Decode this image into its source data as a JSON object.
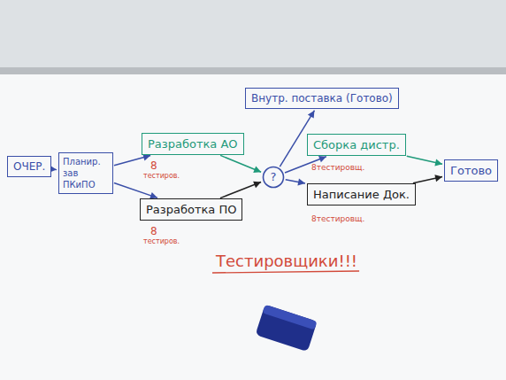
{
  "diagram": {
    "nodes": [
      {
        "text": [
          "ОЧЕР."
        ]
      },
      {
        "text": [
          "Планир. зав ПКиПО"
        ]
      },
      {
        "text": [
          "Разработка АО"
        ]
      },
      {
        "text": [
          "Разработка ПО"
        ]
      },
      {
        "text": [
          "?"
        ]
      },
      {
        "text": [
          "Внутр. поставка (Готово)"
        ]
      },
      {
        "text": [
          "Сборка дистр."
        ]
      },
      {
        "text": [
          "Написание Док."
        ]
      },
      {
        "text": [
          "Готово"
        ]
      }
    ],
    "edges": [
      {
        "from": 0,
        "to": 1,
        "arrow": "to"
      },
      {
        "from": 1,
        "to": 2,
        "arrow": "to"
      },
      {
        "from": 1,
        "to": 3,
        "arrow": "to"
      },
      {
        "from": 2,
        "to": 4,
        "arrow": "to"
      },
      {
        "from": 3,
        "to": 4,
        "arrow": "to"
      },
      {
        "from": 4,
        "to": 5,
        "arrow": "to"
      },
      {
        "from": 4,
        "to": 6,
        "arrow": "to"
      },
      {
        "from": 4,
        "to": 7,
        "arrow": "to"
      },
      {
        "from": 6,
        "to": 8,
        "arrow": "to"
      },
      {
        "from": 7,
        "to": 8,
        "arrow": "to"
      }
    ],
    "labels": [
      "8",
      "тестиров.",
      "8",
      "тестиров.",
      "8тестировщ.",
      "8тестировщ.",
      "Тестировщики!!!"
    ]
  }
}
